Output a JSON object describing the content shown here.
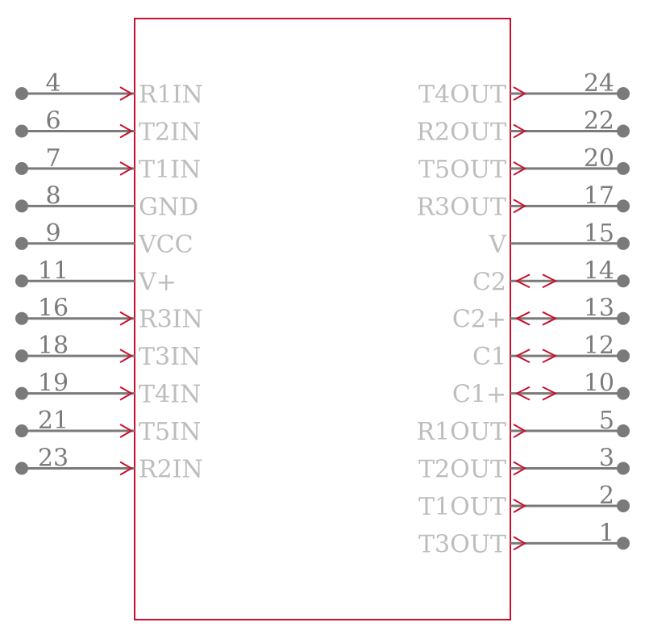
{
  "left_pins": [
    {
      "number": "4",
      "label": "R1IN",
      "type": "input"
    },
    {
      "number": "6",
      "label": "T2IN",
      "type": "input"
    },
    {
      "number": "7",
      "label": "T1IN",
      "type": "input"
    },
    {
      "number": "8",
      "label": "GND",
      "type": "passive"
    },
    {
      "number": "9",
      "label": "VCC",
      "type": "passive"
    },
    {
      "number": "11",
      "label": "V+",
      "type": "passive"
    },
    {
      "number": "16",
      "label": "R3IN",
      "type": "input"
    },
    {
      "number": "18",
      "label": "T3IN",
      "type": "input"
    },
    {
      "number": "19",
      "label": "T4IN",
      "type": "input"
    },
    {
      "number": "21",
      "label": "T5IN",
      "type": "input"
    },
    {
      "number": "23",
      "label": "R2IN",
      "type": "input"
    }
  ],
  "right_pins": [
    {
      "number": "24",
      "label": "T4OUT",
      "type": "output"
    },
    {
      "number": "22",
      "label": "R2OUT",
      "type": "output"
    },
    {
      "number": "20",
      "label": "T5OUT",
      "type": "output"
    },
    {
      "number": "17",
      "label": "R3OUT",
      "type": "output"
    },
    {
      "number": "15",
      "label": "V",
      "type": "passive"
    },
    {
      "number": "14",
      "label": "C2",
      "type": "bidirectional"
    },
    {
      "number": "13",
      "label": "C2+",
      "type": "bidirectional"
    },
    {
      "number": "12",
      "label": "C1",
      "type": "bidirectional"
    },
    {
      "number": "10",
      "label": "C1+",
      "type": "bidirectional"
    },
    {
      "number": "5",
      "label": "R1OUT",
      "type": "output"
    },
    {
      "number": "3",
      "label": "T2OUT",
      "type": "output"
    },
    {
      "number": "2",
      "label": "T1OUT",
      "type": "output"
    },
    {
      "number": "1",
      "label": "T3OUT",
      "type": "output"
    }
  ],
  "colors": {
    "body": "#c8102e",
    "pin": "#7a7a7a",
    "label": "#bdbdbd"
  }
}
